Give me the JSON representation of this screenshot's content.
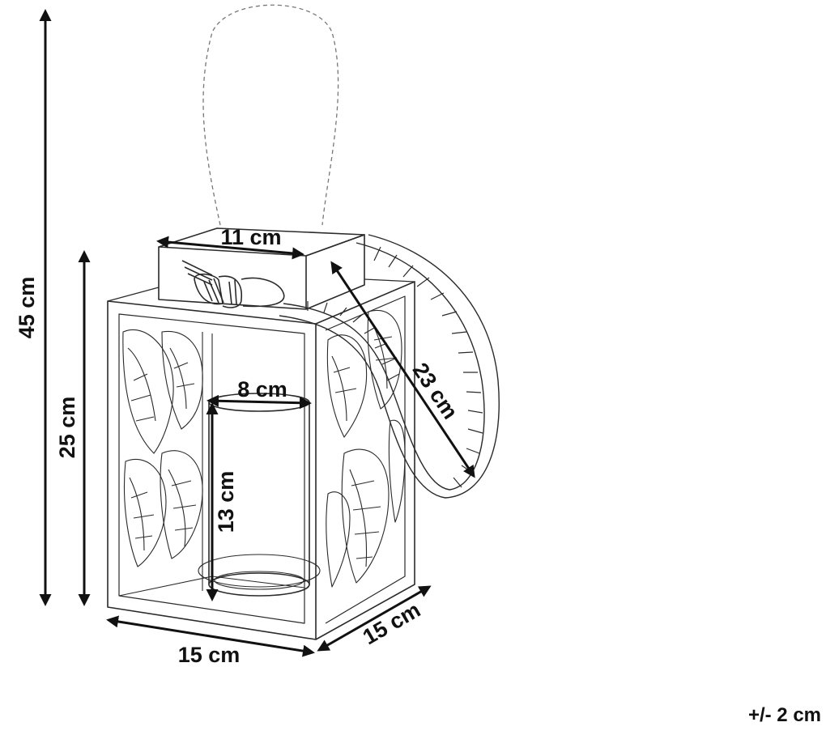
{
  "dimensions": {
    "total_height": "45 cm",
    "body_height": "25 cm",
    "top_width": "11 cm",
    "handle_length": "23 cm",
    "glass_diameter": "8 cm",
    "glass_height": "13 cm",
    "base_width": "15 cm",
    "base_depth": "15 cm"
  },
  "tolerance": "+/- 2 cm",
  "colors": {
    "line": "#2a2a2a",
    "dimension": "#111111",
    "background": "#ffffff"
  }
}
